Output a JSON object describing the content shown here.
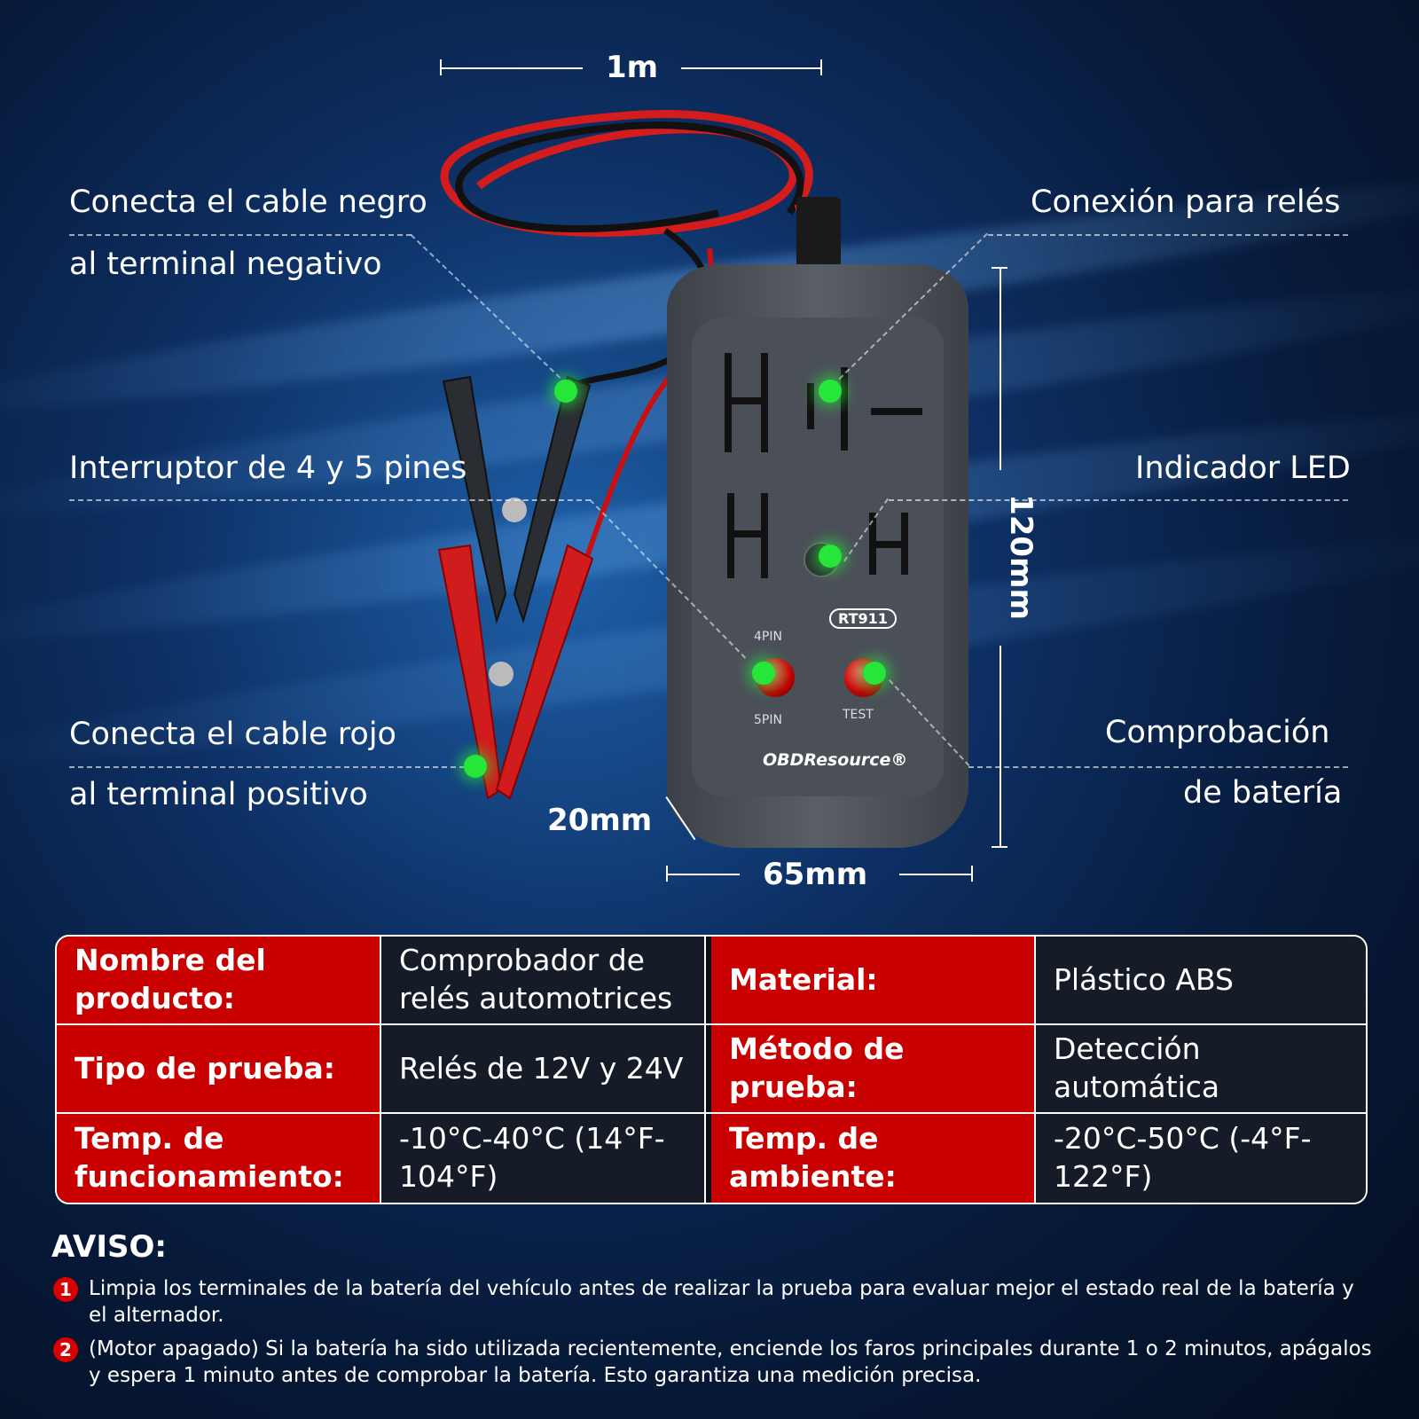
{
  "dimensions": {
    "cable_length": "1m",
    "height": "120mm",
    "depth": "20mm",
    "width": "65mm"
  },
  "callouts": {
    "black_cable_line1": "Conecta el cable negro",
    "black_cable_line2": "al terminal negativo",
    "relay_connection": "Conexión para relés",
    "pin_switch": "Interruptor de 4 y 5 pines",
    "led_indicator": "Indicador LED",
    "red_cable_line1": "Conecta el cable rojo",
    "red_cable_line2": "al terminal positivo",
    "battery_check_line1": "Comprobación",
    "battery_check_line2": "de batería"
  },
  "device": {
    "model": "RT911",
    "pin4_label": "4PIN",
    "pin5_label": "5PIN",
    "test_label": "TEST",
    "brand": "OBDResource®"
  },
  "specs": [
    {
      "key": "Nombre del producto:",
      "value": "Comprobador de relés automotrices"
    },
    {
      "key": "Material:",
      "value": "Plástico ABS"
    },
    {
      "key": "Tipo de prueba:",
      "value": "Relés de 12V y 24V"
    },
    {
      "key": "Método de prueba:",
      "value": "Detección automática"
    },
    {
      "key": "Temp. de funcionamiento:",
      "value": "-10°C-40°C (14°F-104°F)"
    },
    {
      "key": "Temp. de ambiente:",
      "value": "-20°C-50°C (-4°F-122°F)"
    }
  ],
  "notice": {
    "title": "AVISO:",
    "items": [
      {
        "num": "1",
        "text": "Limpia los terminales de la batería del vehículo antes de realizar la prueba para evaluar mejor el estado real de la batería y el alternador."
      },
      {
        "num": "2",
        "text": "(Motor apagado) Si la batería ha sido utilizada recientemente, enciende los faros principales durante 1 o 2 minutos, apágalos y espera 1 minuto antes de comprobar la batería. Esto garantiza una medición precisa."
      }
    ]
  },
  "colors": {
    "accent_red": "#c90000",
    "led_green": "#27e63a",
    "table_dark": "#161c27"
  }
}
